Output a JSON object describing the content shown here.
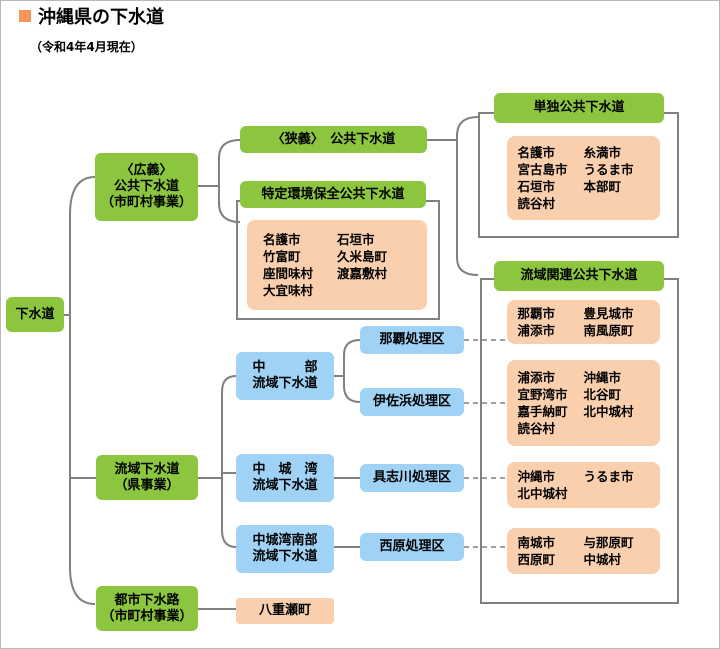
{
  "header": {
    "title": "沖縄県の下水道",
    "subtitle": "（令和4年4月現在）"
  },
  "colors": {
    "green": "#8cc63f",
    "blue": "#9fd2f5",
    "peach": "#f9cfae",
    "line": "#808080",
    "title_square": "#f7965a"
  },
  "nodes": {
    "root": "下水道",
    "koukyou": "〈広義〉\n公共下水道\n（市町村事業）",
    "ryuiki": "流域下水道\n（県事業）",
    "toshi": "都市下水路\n（市町村事業）",
    "kyogi": "〈狭義〉　公共下水道",
    "tokutei": "特定環境保全公共下水道",
    "tandoku": "単独公共下水道",
    "ryuiki_kanren": "流域関連公共下水道",
    "chubu": "中　　　部\n流域下水道",
    "chujo": "中　城　湾\n流域下水道",
    "chujo_nanbu": "中城湾南部\n流域下水道",
    "naha_sho": "那覇処理区",
    "isahama_sho": "伊佐浜処理区",
    "gushikawa_sho": "具志川処理区",
    "nishihara_sho": "西原処理区",
    "yaeyama": "八重瀬町"
  },
  "areas": {
    "tokutei": [
      "名護市",
      "石垣市",
      "竹富町",
      "久米島町",
      "座間味村",
      "渡嘉敷村",
      "大宜味村",
      ""
    ],
    "tandoku": [
      "名護市",
      "糸満市",
      "宮古島市",
      "うるま市",
      "石垣市",
      "本部町",
      "読谷村",
      ""
    ],
    "naha": [
      "那覇市",
      "豊見城市",
      "浦添市",
      "南風原町"
    ],
    "isahama": [
      "浦添市",
      "沖縄市",
      "宜野湾市",
      "北谷町",
      "嘉手納町",
      "北中城村",
      "読谷村",
      ""
    ],
    "gushikawa": [
      "沖縄市",
      "うるま市",
      "北中城村",
      ""
    ],
    "nishihara": [
      "南城市",
      "与那原町",
      "西原町",
      "中城村"
    ]
  }
}
